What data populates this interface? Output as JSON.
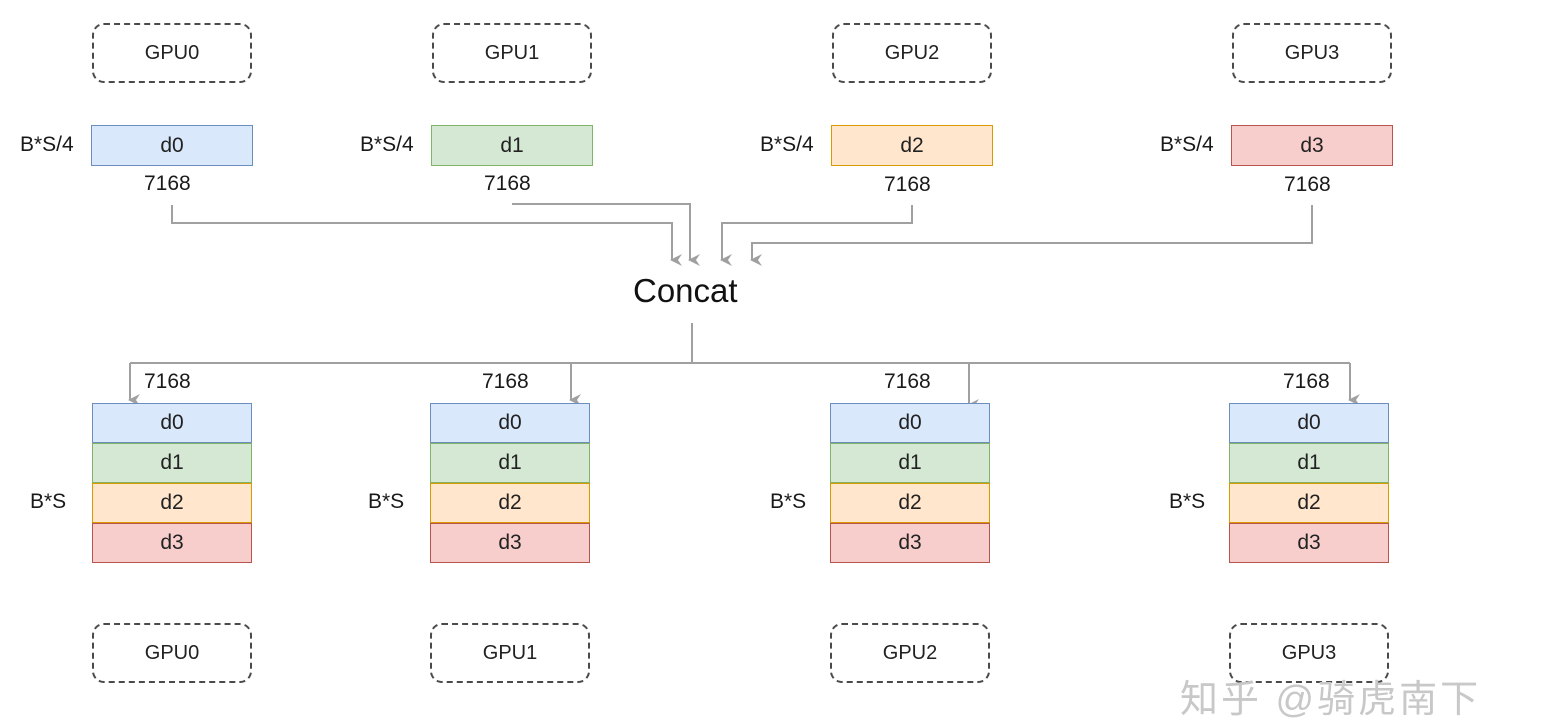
{
  "top_gpus": [
    "GPU0",
    "GPU1",
    "GPU2",
    "GPU3"
  ],
  "input_shards": [
    {
      "label": "d0",
      "rows": "B*S/4",
      "width": "7168",
      "color": "#dae8fc",
      "border": "#6c8ebf"
    },
    {
      "label": "d1",
      "rows": "B*S/4",
      "width": "7168",
      "color": "#d5e8d4",
      "border": "#82b366"
    },
    {
      "label": "d2",
      "rows": "B*S/4",
      "width": "7168",
      "color": "#ffe6cc",
      "border": "#d79b00"
    },
    {
      "label": "d3",
      "rows": "B*S/4",
      "width": "7168",
      "color": "#f8cecc",
      "border": "#b85450"
    }
  ],
  "operation": "Concat",
  "output_blocks": [
    {
      "rows": "B*S",
      "width": "7168",
      "cells": [
        "d0",
        "d1",
        "d2",
        "d3"
      ]
    },
    {
      "rows": "B*S",
      "width": "7168",
      "cells": [
        "d0",
        "d1",
        "d2",
        "d3"
      ]
    },
    {
      "rows": "B*S",
      "width": "7168",
      "cells": [
        "d0",
        "d1",
        "d2",
        "d3"
      ]
    },
    {
      "rows": "B*S",
      "width": "7168",
      "cells": [
        "d0",
        "d1",
        "d2",
        "d3"
      ]
    }
  ],
  "bottom_gpus": [
    "GPU0",
    "GPU1",
    "GPU2",
    "GPU3"
  ],
  "watermark": "知乎 @骑虎南下",
  "colors": {
    "d0": "#dae8fc",
    "d1": "#d5e8d4",
    "d2": "#ffe6cc",
    "d3": "#f8cecc",
    "d0_border": "#6c8ebf",
    "d1_border": "#82b366",
    "d2_border": "#d79b00",
    "d3_border": "#b85450",
    "wire": "#a0a0a0"
  }
}
